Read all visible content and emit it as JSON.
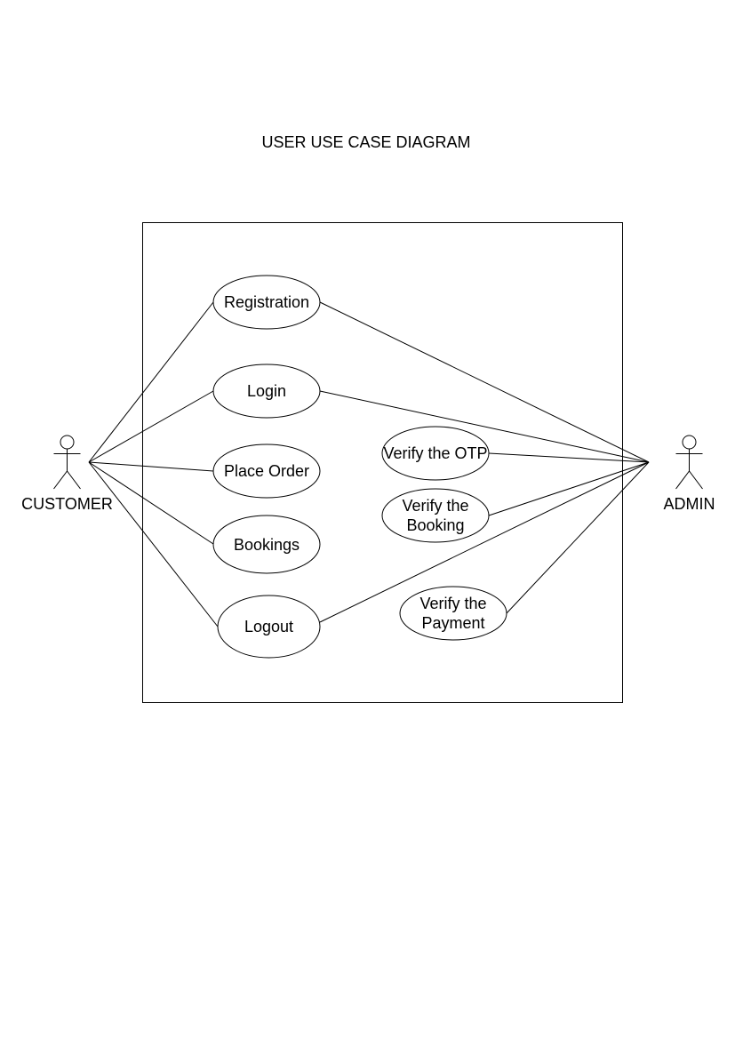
{
  "diagram": {
    "title": "USER USE CASE DIAGRAM",
    "actors": {
      "customer": {
        "label": "CUSTOMER"
      },
      "admin": {
        "label": "ADMIN"
      }
    },
    "use_cases": {
      "registration": {
        "label": "Registration"
      },
      "login": {
        "label": "Login"
      },
      "place_order": {
        "label": "Place Order"
      },
      "bookings": {
        "label": "Bookings"
      },
      "logout": {
        "label": "Logout"
      },
      "verify_otp": {
        "label": "Verify the OTP"
      },
      "verify_booking": {
        "label_line1": "Verify the",
        "label_line2": "Booking"
      },
      "verify_payment": {
        "label_line1": "Verify the",
        "label_line2": "Payment"
      }
    },
    "associations": [
      {
        "actor": "CUSTOMER",
        "use_case": "Registration"
      },
      {
        "actor": "CUSTOMER",
        "use_case": "Login"
      },
      {
        "actor": "CUSTOMER",
        "use_case": "Place Order"
      },
      {
        "actor": "CUSTOMER",
        "use_case": "Bookings"
      },
      {
        "actor": "CUSTOMER",
        "use_case": "Logout"
      },
      {
        "actor": "ADMIN",
        "use_case": "Registration"
      },
      {
        "actor": "ADMIN",
        "use_case": "Login"
      },
      {
        "actor": "ADMIN",
        "use_case": "Verify the OTP"
      },
      {
        "actor": "ADMIN",
        "use_case": "Verify the Booking"
      },
      {
        "actor": "ADMIN",
        "use_case": "Logout"
      },
      {
        "actor": "ADMIN",
        "use_case": "Verify the Payment"
      }
    ]
  }
}
